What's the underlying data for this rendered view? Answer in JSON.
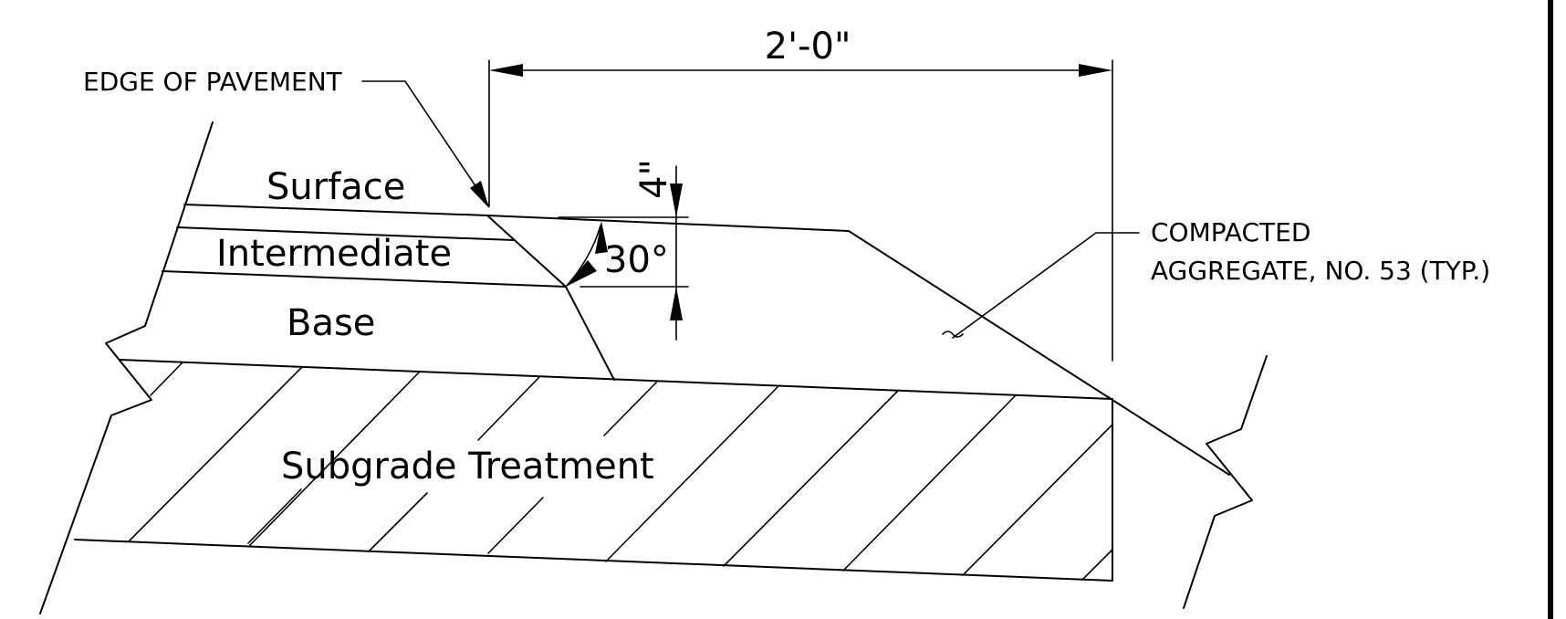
{
  "diagram": {
    "layers": {
      "surface": "Surface",
      "intermediate": "Intermediate",
      "base": "Base",
      "subgrade": "Subgrade Treatment"
    },
    "callouts": {
      "edge_of_pavement": "EDGE OF PAVEMENT",
      "compacted_line1": "COMPACTED",
      "compacted_line2": "AGGREGATE, NO. 53 (TYP.)"
    },
    "dimensions": {
      "width": "2'-0\"",
      "depth": "4\"",
      "angle": "30°"
    }
  }
}
